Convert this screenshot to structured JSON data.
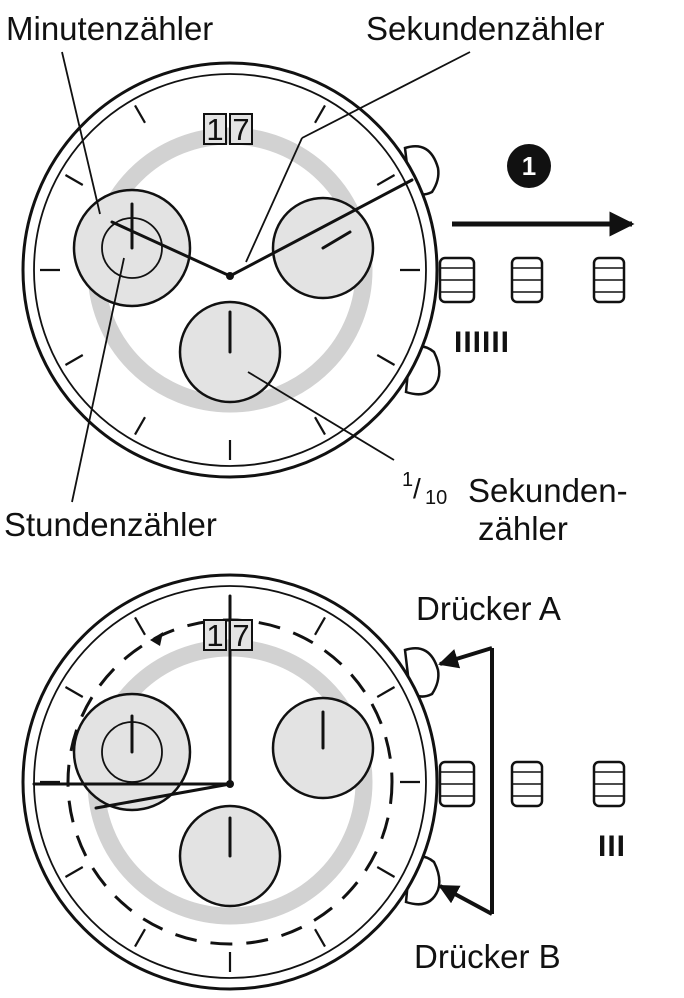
{
  "labels": {
    "minute_counter": "Minutenzähler",
    "second_counter": "Sekundenzähler",
    "hour_counter": "Stundenzähler",
    "tenth_fraction_num": "1",
    "tenth_fraction_den": "10",
    "tenth_second_counter_line1": "Sekunden-",
    "tenth_second_counter_line2": "zähler",
    "pusher_a": "Drücker A",
    "pusher_b": "Drücker B"
  },
  "date_window": {
    "digit1": "1",
    "digit2": "7"
  },
  "step_marker": "1",
  "crown_positions": {
    "pulled_out": "IIIIII",
    "normal": "III"
  },
  "icons": [
    "watch-face",
    "crown",
    "pusher",
    "step-arrow",
    "pusher-arrows"
  ]
}
